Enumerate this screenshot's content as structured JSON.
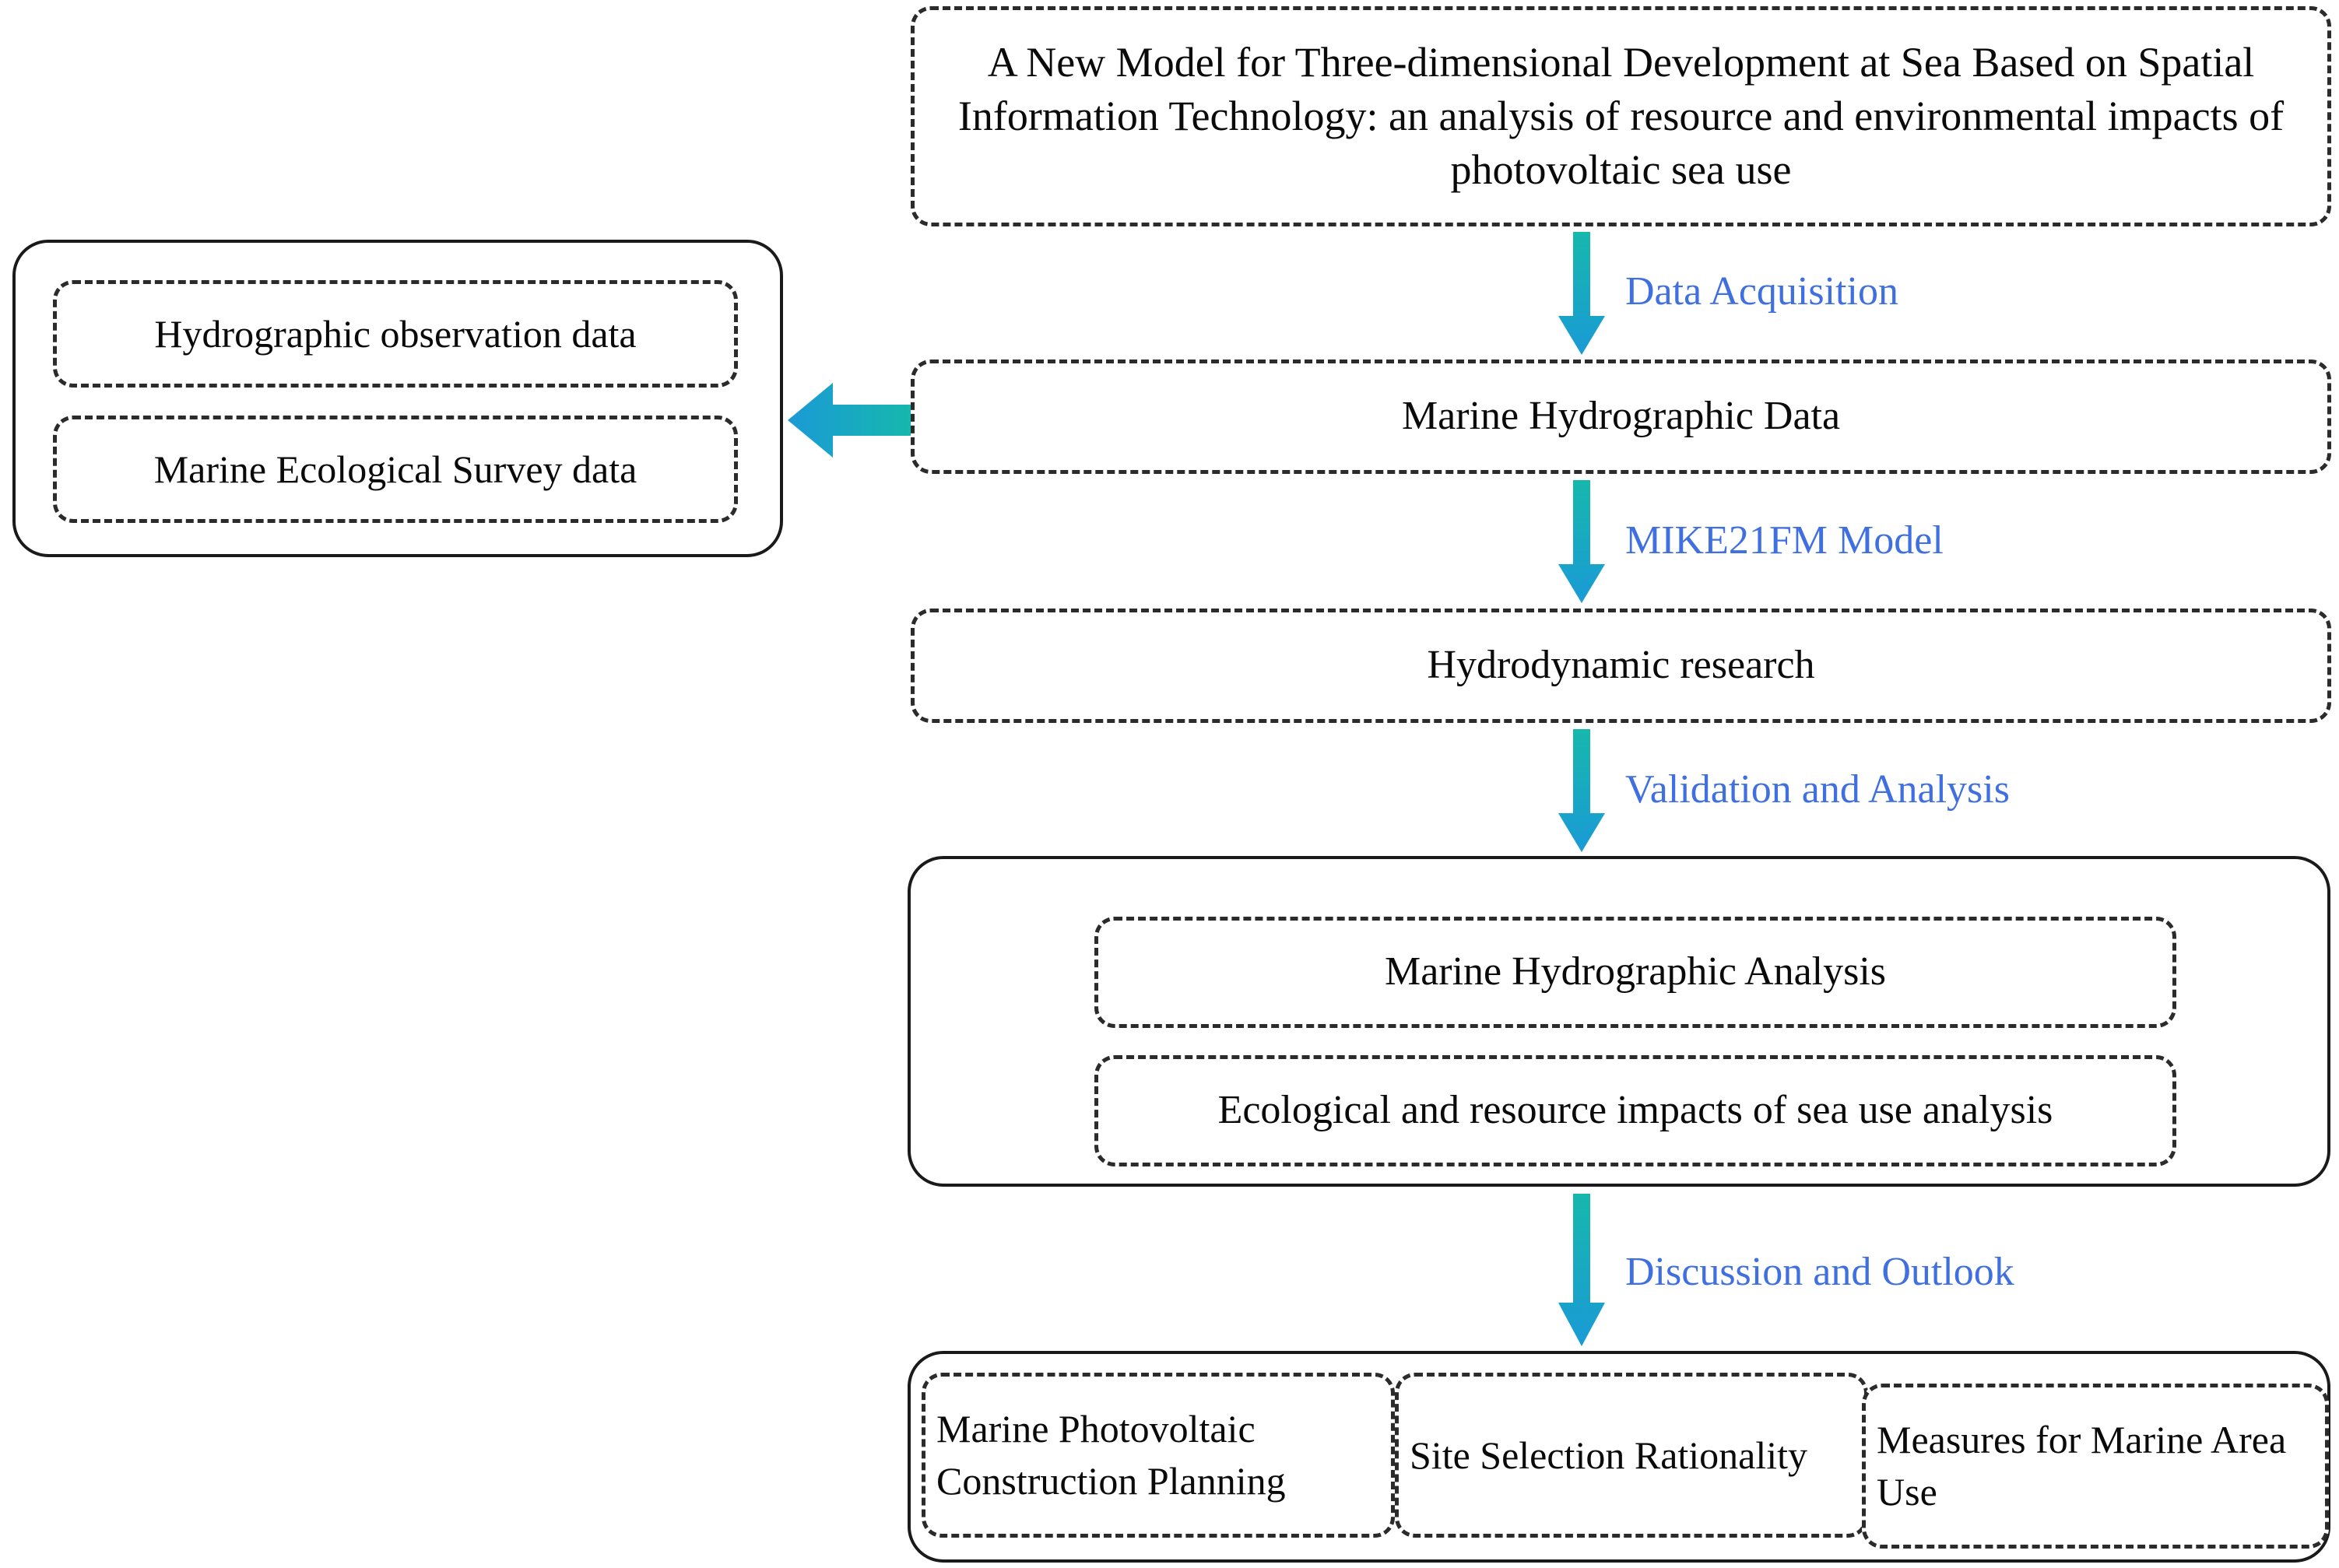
{
  "diagram": {
    "title_box": {
      "text": "A New Model for Three-dimensional Development at Sea Based on Spatial Information Technology: an analysis of resource and environmental impacts of photovoltaic sea use"
    },
    "data_group": {
      "items": [
        {
          "label": "Hydrographic observation data"
        },
        {
          "label": "Marine Ecological Survey data"
        }
      ]
    },
    "nodes": {
      "hydrographic_data": "Marine Hydrographic Data",
      "hydrodynamic_research": "Hydrodynamic research"
    },
    "analysis_group": {
      "items": [
        {
          "label": "Marine Hydrographic Analysis"
        },
        {
          "label": "Ecological and resource impacts of sea use analysis"
        }
      ]
    },
    "outcome_group": {
      "items": [
        {
          "label": "Marine Photovoltaic Construction Planning"
        },
        {
          "label": "Site Selection Rationality"
        },
        {
          "label": "Measures for Marine Area Use"
        }
      ]
    },
    "arrow_labels": {
      "data_acquisition": "Data Acquisition",
      "mike_model": "MIKE21FM Model",
      "validation_analysis": "Validation and Analysis",
      "discussion_outlook": "Discussion and Outlook"
    },
    "colors": {
      "arrow_top": "#16b8ac",
      "arrow_bottom": "#1a9ad6",
      "label_text": "#3f6fe0",
      "box_border": "#2b2b2b",
      "text": "#0a0a0a",
      "background": "#ffffff"
    }
  }
}
